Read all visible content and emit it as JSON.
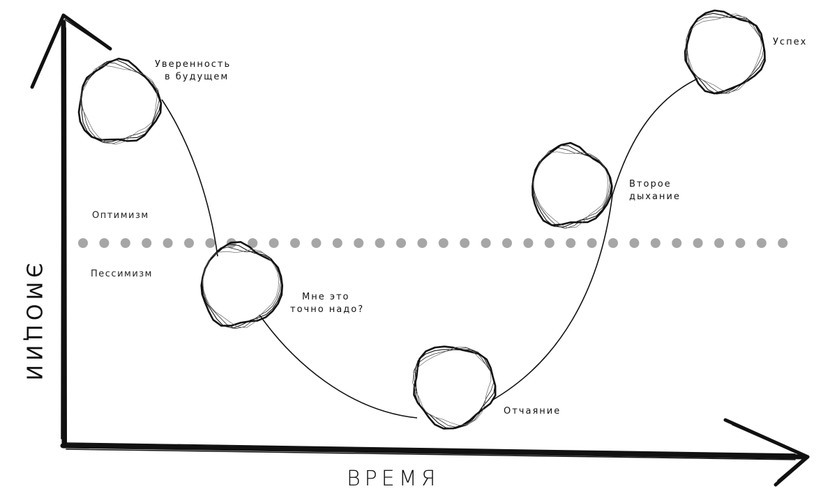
{
  "axes": {
    "x_label": "ВРЕМЯ",
    "y_label": "ЭМОЦИИ"
  },
  "zones": {
    "above": "Оптимизм",
    "below": "Пессимизм"
  },
  "stages": [
    {
      "line1": "Уверенность",
      "line2": "в будущем"
    },
    {
      "line1": "Мне это",
      "line2": "точно надо?"
    },
    {
      "line1": "Отчаяние",
      "line2": ""
    },
    {
      "line1": "Второе",
      "line2": "дыхание"
    },
    {
      "line1": "Успех",
      "line2": ""
    }
  ],
  "colors": {
    "ink": "#111111",
    "divider_dots": "#a6a6a6"
  }
}
